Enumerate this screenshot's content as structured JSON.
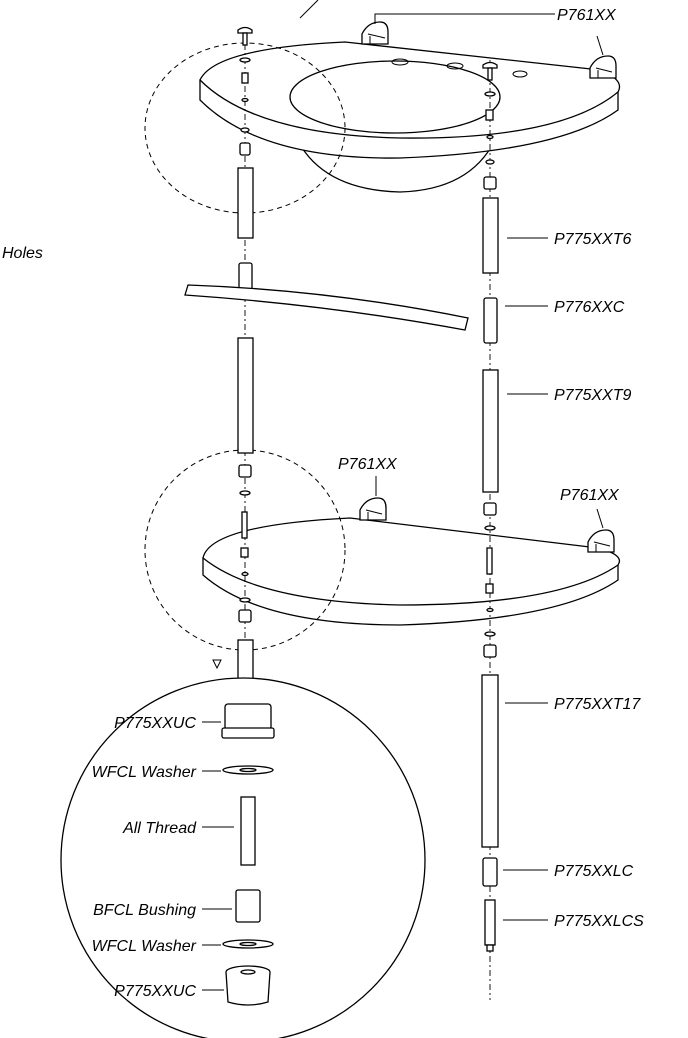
{
  "labels": {
    "top_right_clip": "P761XX",
    "tube_t6": "P775XXT6",
    "clamp_c": "P776XXC",
    "tube_t9": "P775XXT9",
    "mid_left_clip": "P761XX",
    "mid_right_clip": "P761XX",
    "tube_t17": "P775XXT17",
    "lower_cap": "P775XXLC",
    "lower_cap_stem": "P775XXLCS",
    "holes": "Holes",
    "detail_upper_cap": "P775XXUC",
    "detail_washer_1": "WFCL Washer",
    "detail_all_thread": "All Thread",
    "detail_bushing": "BFCL Bushing",
    "detail_washer_2": "WFCL Washer",
    "detail_lower_cap": "P775XXUC"
  },
  "colors": {
    "line": "#000000",
    "fill": "#ffffff"
  }
}
